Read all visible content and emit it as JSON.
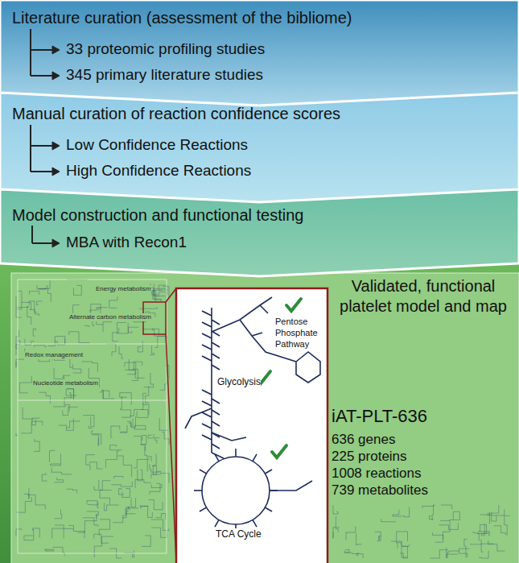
{
  "diagram": {
    "nodes": [
      {
        "text": [
          "Literature curation (assessment of the bibliome)",
          "33 proteomic profiling studies",
          "345 primary literature studies"
        ]
      },
      {
        "text": [
          "Manual curation of reaction confidence scores",
          "Low Confidence Reactions",
          "High Confidence Reactions"
        ]
      },
      {
        "text": [
          "Model construction and functional testing",
          "MBA with Recon1"
        ]
      },
      {
        "text": [
          "Validated, functional platelet model and map",
          "iAT-PLT-636",
          "636 genes",
          "225 proteins",
          "1008 reactions",
          "739 metabolites"
        ]
      },
      {
        "text": [
          "Pentose Phosphate Pathway",
          "Glycolysis",
          "TCA Cycle"
        ],
        "in": 3
      }
    ],
    "labels": [
      "Energy metabolism",
      "Alternate carbon metabolism",
      "Redox management",
      "Nucleotide metabolism"
    ]
  }
}
